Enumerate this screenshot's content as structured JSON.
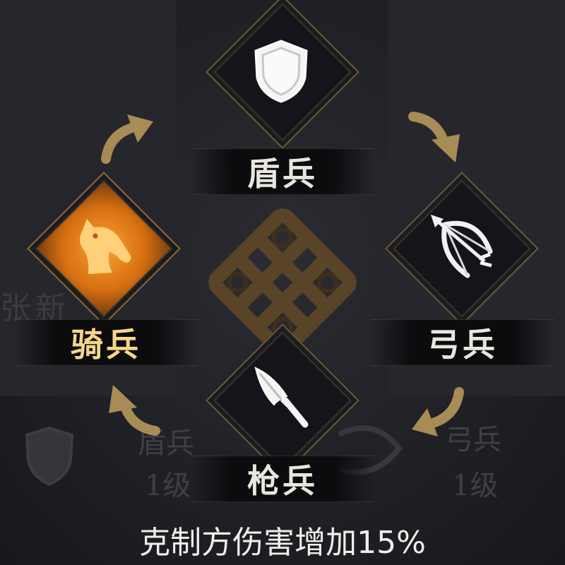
{
  "units": {
    "shield": {
      "label": "盾兵",
      "icon": "shield-icon"
    },
    "archer": {
      "label": "弓兵",
      "icon": "bow-icon"
    },
    "spear": {
      "label": "枪兵",
      "icon": "spear-icon"
    },
    "cavalry": {
      "label": "骑兵",
      "icon": "horse-icon",
      "selected": true
    }
  },
  "background": {
    "faded_left_name": "张新",
    "faded_shield_label": "盾兵",
    "faded_shield_level": "1级",
    "faded_archer_label": "弓兵",
    "faded_archer_level": "1级"
  },
  "caption": "克制方伤害增加15%",
  "colors": {
    "accent_gold": "#c9a25a",
    "selected_orange": "#f29b26",
    "text_white": "#e9e6df"
  }
}
